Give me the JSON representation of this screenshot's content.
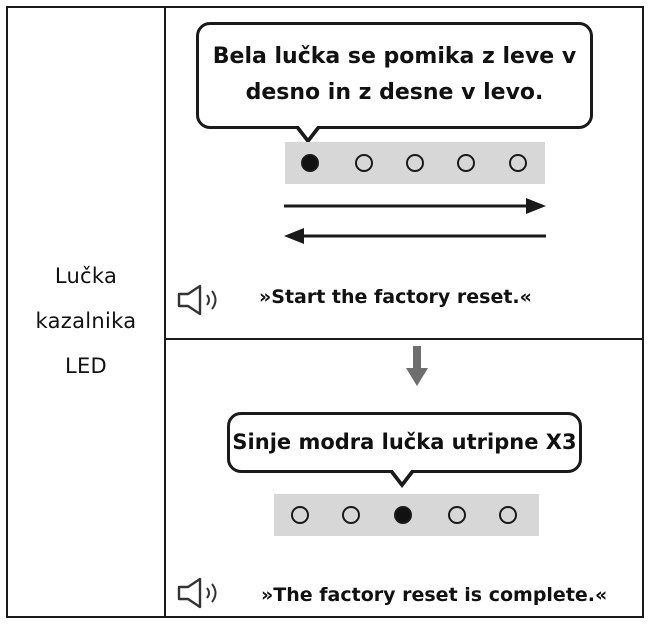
{
  "left_label": {
    "line1": "Lučka",
    "line2": "kazalnika",
    "line3": "LED"
  },
  "step1": {
    "bubble_line1": "Bela lučka se pomika z leve v",
    "bubble_line2": "desno in z desne v levo.",
    "leds": [
      true,
      false,
      false,
      false,
      false
    ],
    "voice_prompt": "»Start the factory reset.«"
  },
  "step2": {
    "bubble_text": "Sinje modra lučka utripne X3",
    "leds": [
      false,
      false,
      true,
      false,
      false
    ],
    "voice_prompt": "»The factory reset is complete.«"
  },
  "colors": {
    "border": "#1a1a1a",
    "strip": "#d7d7d7",
    "arrow_down": "#6e6e6e"
  },
  "icons": {
    "speaker": "speaker-icon",
    "arrow_right": "arrow-right-icon",
    "arrow_left": "arrow-left-icon",
    "arrow_down": "arrow-down-icon"
  }
}
